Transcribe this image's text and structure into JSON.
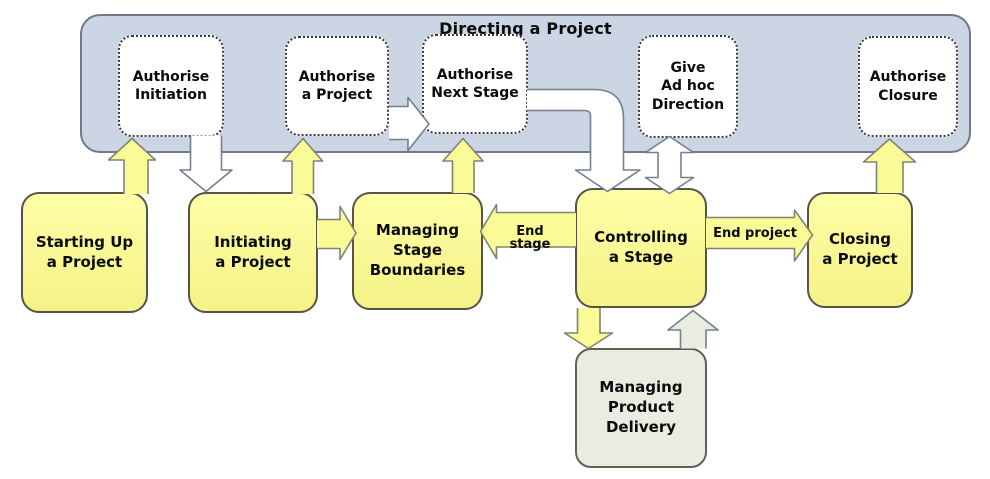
{
  "band": {
    "title": "Directing a Project",
    "activities": [
      {
        "label": "Authorise\nInitiation"
      },
      {
        "label": "Authorise\na Project"
      },
      {
        "label": "Authorise\nNext Stage"
      },
      {
        "label": "Give\nAd hoc\nDirection"
      },
      {
        "label": "Authorise\nClosure"
      }
    ]
  },
  "processes": [
    {
      "label": "Starting Up\na Project"
    },
    {
      "label": "Initiating\na Project"
    },
    {
      "label": "Managing\nStage\nBoundaries"
    },
    {
      "label": "Controlling\na Stage"
    },
    {
      "label": "Closing\na Project"
    }
  ],
  "delivery": {
    "label": "Managing\nProduct\nDelivery"
  },
  "flow_labels": {
    "end_stage": "End stage",
    "end_project": "End project"
  },
  "colors": {
    "band_fill": "#cbd5e3",
    "process_fill": "#fafa97",
    "delivery_fill": "#e9ede1",
    "activity_fill": "#ffffff"
  }
}
